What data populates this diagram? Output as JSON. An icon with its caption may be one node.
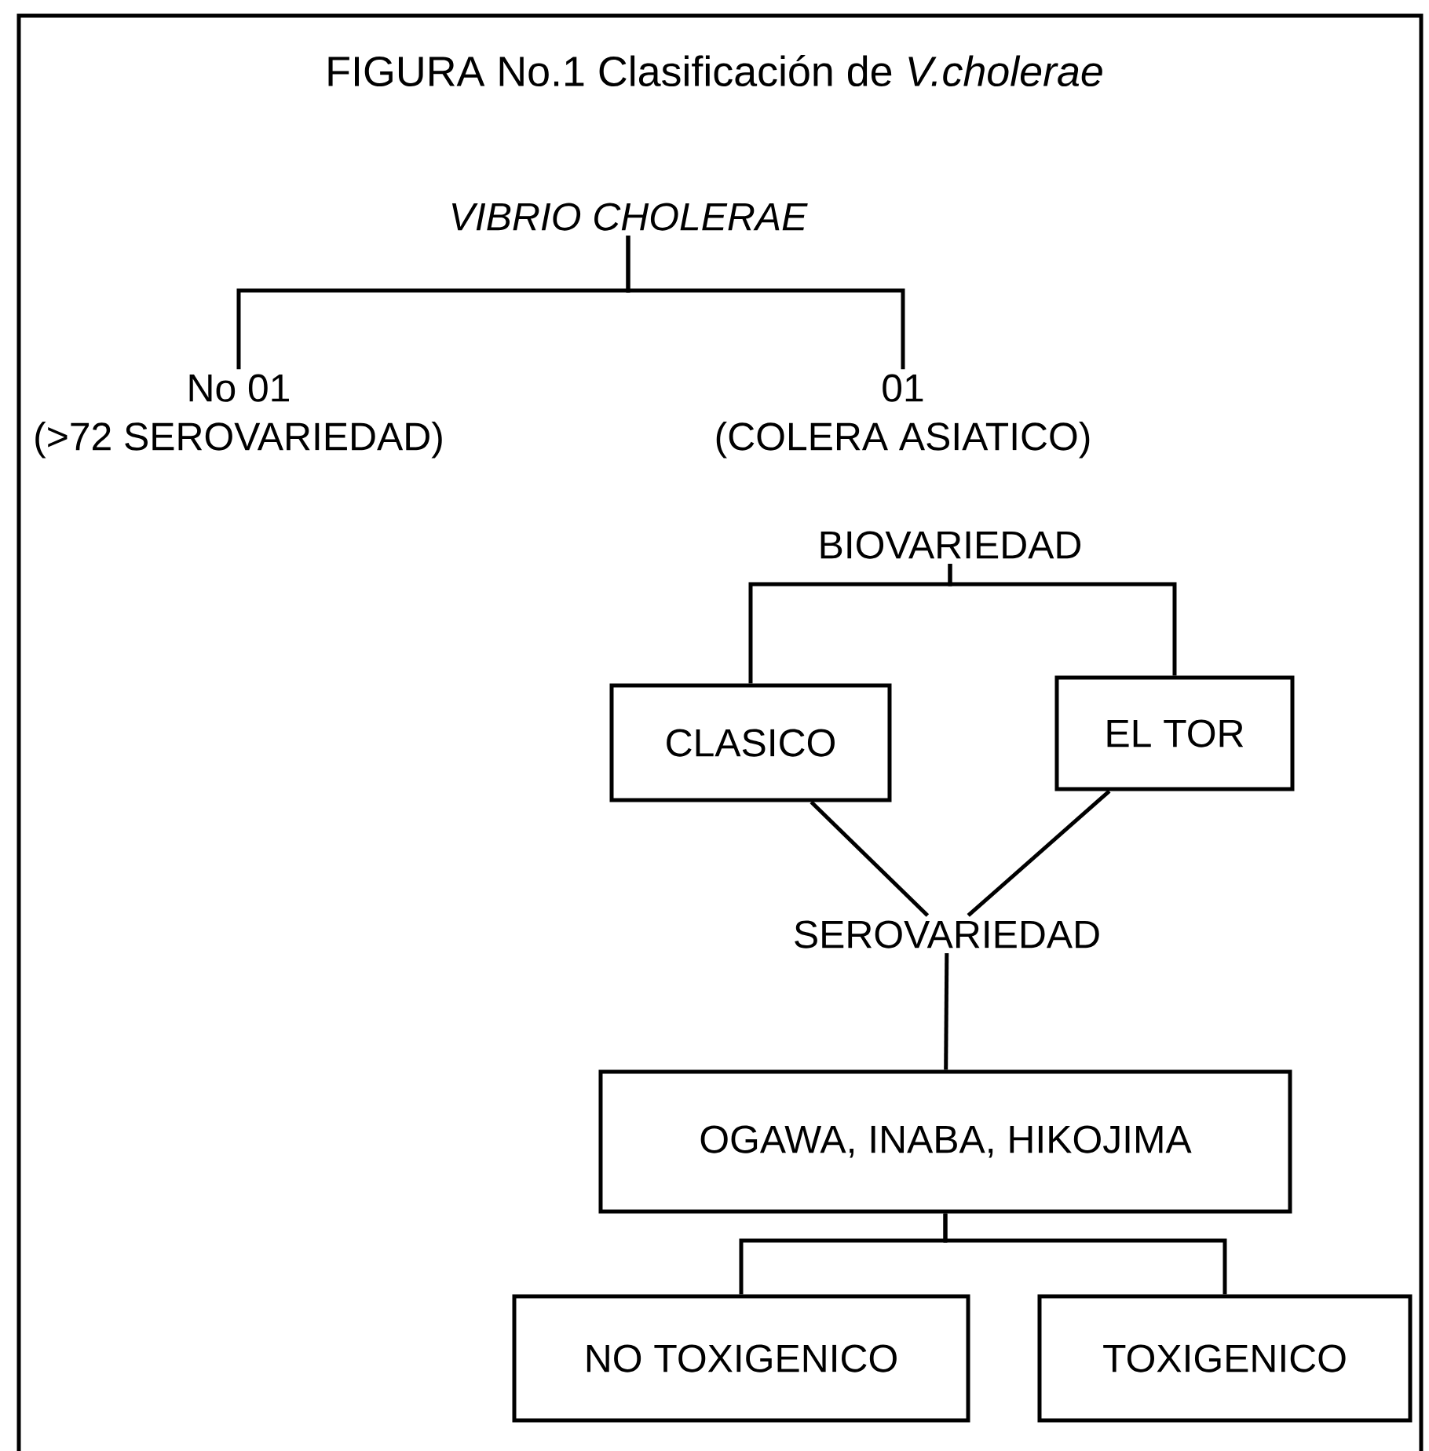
{
  "diagram": {
    "title": "FIGURA No.1  Clasificación de *V.cholerae*",
    "nodes": [
      {
        "text": [
          "VIBRIO CHOLERAE"
        ]
      },
      {
        "text": [
          "No 01",
          "(>72 SEROVARIEDAD)"
        ]
      },
      {
        "text": [
          "01",
          "(COLERA ASIATICO)"
        ]
      },
      {
        "text": [
          "BIOVARIEDAD"
        ]
      },
      {
        "text": [
          "CLASICO"
        ]
      },
      {
        "text": [
          "EL TOR"
        ]
      },
      {
        "text": [
          "SEROVARIEDAD"
        ]
      },
      {
        "text": [
          "OGAWA, INABA, HIKOJIMA"
        ]
      },
      {
        "text": [
          "NO TOXIGENICO"
        ]
      },
      {
        "text": [
          "TOXIGENICO"
        ]
      }
    ],
    "edges": [
      {
        "from": 0,
        "to": 1,
        "arrow": "none"
      },
      {
        "from": 0,
        "to": 2,
        "arrow": "none"
      },
      {
        "from": 3,
        "to": 4,
        "arrow": "none"
      },
      {
        "from": 3,
        "to": 5,
        "arrow": "none"
      },
      {
        "from": 4,
        "to": 6,
        "arrow": "none"
      },
      {
        "from": 5,
        "to": 6,
        "arrow": "none"
      },
      {
        "from": 6,
        "to": 7,
        "arrow": "none"
      },
      {
        "from": 7,
        "to": 8,
        "arrow": "none"
      },
      {
        "from": 7,
        "to": 9,
        "arrow": "none"
      }
    ]
  }
}
